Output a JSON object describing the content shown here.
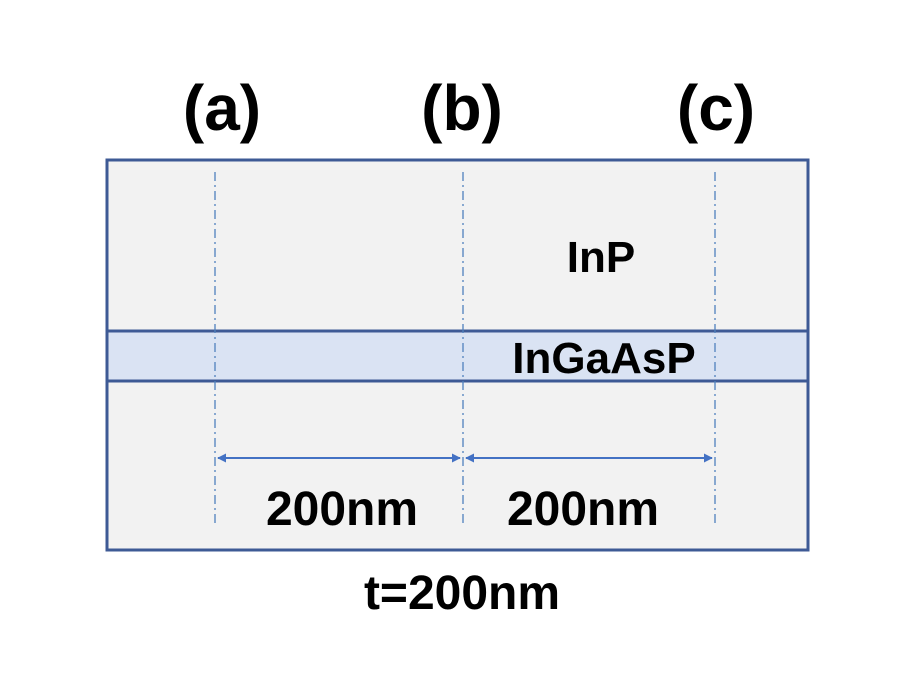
{
  "column_labels": [
    "(a)",
    "(b)",
    "(c)"
  ],
  "layers": {
    "top": "InP",
    "core": "InGaAsP"
  },
  "dimensions": {
    "left_span": "200nm",
    "right_span": "200nm",
    "thickness": "t=200nm"
  },
  "colors": {
    "border": "#3e5a95",
    "cladding_fill": "#f2f2f2",
    "core_fill": "#dae3f3",
    "centerline": "#4f81bd",
    "arrow": "#4472c4",
    "text": "#000000"
  }
}
